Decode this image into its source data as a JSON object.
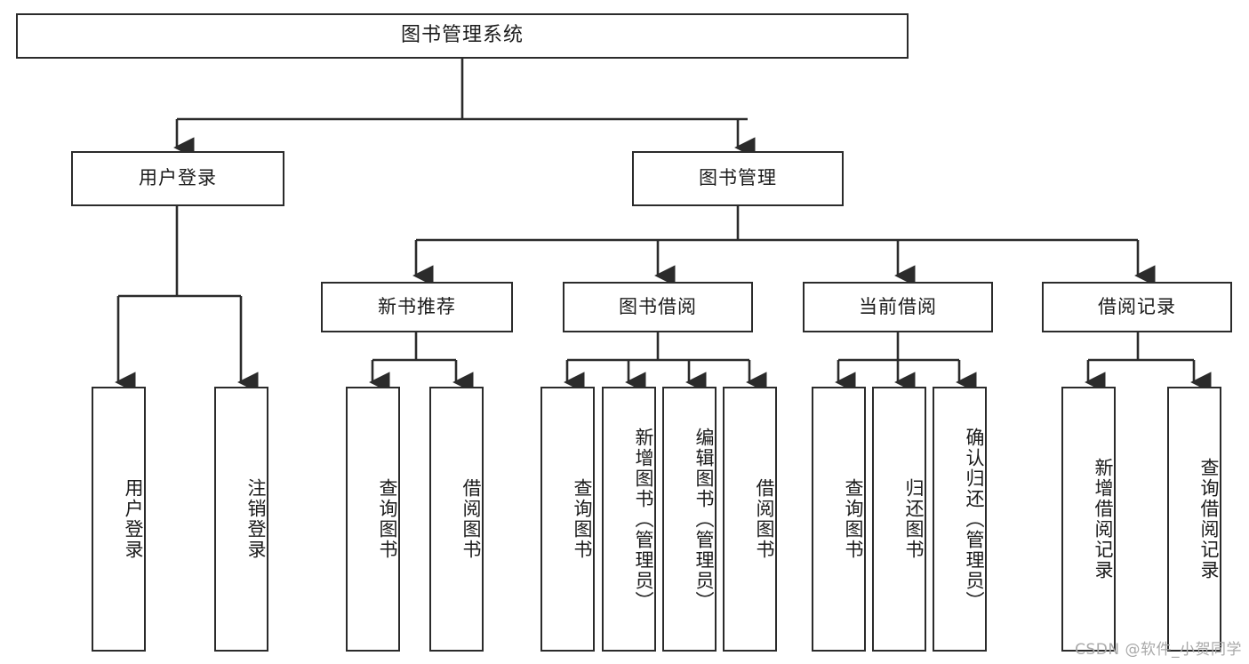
{
  "diagram": {
    "title": "图书管理系统",
    "type": "tree-hierarchy",
    "root": {
      "label": "图书管理系统"
    },
    "level2": [
      {
        "id": "user-login",
        "label": "用户登录"
      },
      {
        "id": "book-manage",
        "label": "图书管理"
      }
    ],
    "level3": [
      {
        "id": "new-book-recommend",
        "label": "新书推荐",
        "parent": "book-manage"
      },
      {
        "id": "book-borrow",
        "label": "图书借阅",
        "parent": "book-manage"
      },
      {
        "id": "current-borrow",
        "label": "当前借阅",
        "parent": "book-manage"
      },
      {
        "id": "borrow-record",
        "label": "借阅记录",
        "parent": "book-manage"
      }
    ],
    "leaves": [
      {
        "id": "leaf-user-login",
        "label": "用户登录",
        "parent": "user-login"
      },
      {
        "id": "leaf-logout-login",
        "label": "注销登录",
        "parent": "user-login"
      },
      {
        "id": "leaf-query-book-1",
        "label": "查询图书",
        "parent": "new-book-recommend"
      },
      {
        "id": "leaf-borrow-book-1",
        "label": "借阅图书",
        "parent": "new-book-recommend"
      },
      {
        "id": "leaf-query-book-2",
        "label": "查询图书",
        "parent": "book-borrow"
      },
      {
        "id": "leaf-add-book",
        "label": "新增图书（管理员）",
        "parent": "book-borrow"
      },
      {
        "id": "leaf-edit-book",
        "label": "编辑图书（管理员）",
        "parent": "book-borrow"
      },
      {
        "id": "leaf-borrow-book-2",
        "label": "借阅图书",
        "parent": "book-borrow"
      },
      {
        "id": "leaf-query-book-3",
        "label": "查询图书",
        "parent": "current-borrow"
      },
      {
        "id": "leaf-return-book",
        "label": "归还图书",
        "parent": "current-borrow"
      },
      {
        "id": "leaf-confirm-return",
        "label": "确认归还（管理员）",
        "parent": "current-borrow"
      },
      {
        "id": "leaf-add-record",
        "label": "新增借阅记录",
        "parent": "borrow-record"
      },
      {
        "id": "leaf-query-record",
        "label": "查询借阅记录",
        "parent": "borrow-record"
      }
    ]
  },
  "watermark": {
    "text": "CSDN @软件_小贺同学"
  },
  "colors": {
    "stroke": "#2b2b2b",
    "background": "#ffffff",
    "text": "#1b1b1b",
    "watermark": "#a9a9a9"
  }
}
